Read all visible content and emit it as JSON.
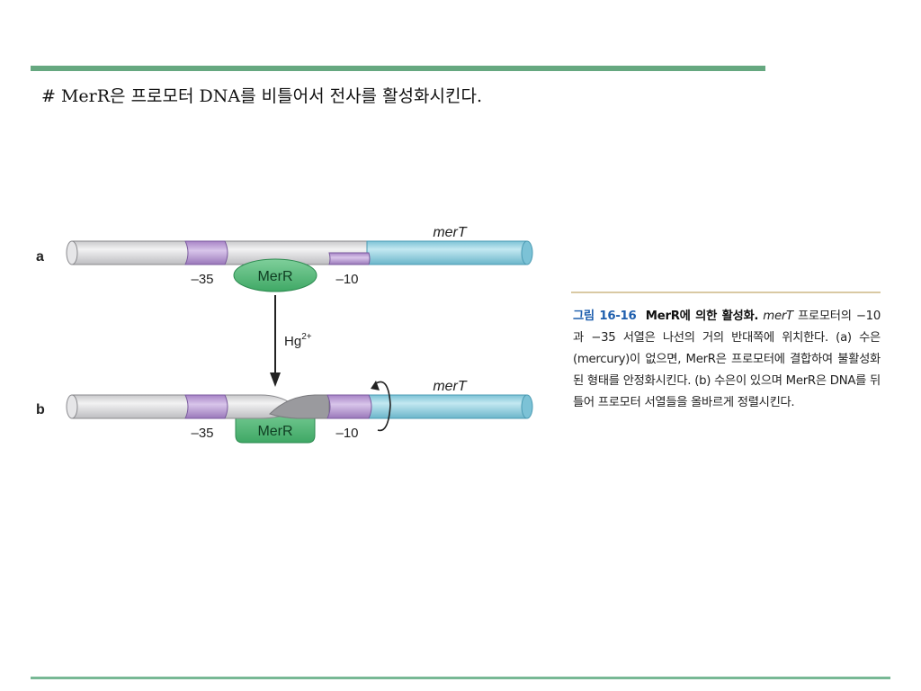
{
  "slide": {
    "heading": "# MerR은 프로모터 DNA를 비틀어서 전사를 활성화시킨다."
  },
  "diagram": {
    "panel_a_label": "a",
    "panel_b_label": "b",
    "gene_label": "merT",
    "minus35_label": "–35",
    "minus10_label": "–10",
    "protein_label": "MerR",
    "ion_base": "Hg",
    "ion_charge": "2+",
    "colors": {
      "dna_gray": "#d9d9db",
      "dna_blue": "#8ccfe0",
      "element_purple": "#b99ad3",
      "merr_green": "#52b777",
      "arrow": "#222222"
    }
  },
  "caption": {
    "figure_number": "그림 16-16",
    "title": "MerR에 의한 활성화.",
    "gene": "merT",
    "text_part1": " 프로모터의 −10과 −35 서열은 나선의 거의 반대쪽에 위치한다. (a) 수은(mercury)이 없으면, MerR은 프로모터에 결합하여 불활성화된 형태를 안정화시킨다. (b) 수은이 있으며 MerR은 DNA를 뒤틀어 프로모터 서열들을 올바르게 정렬시킨다."
  }
}
